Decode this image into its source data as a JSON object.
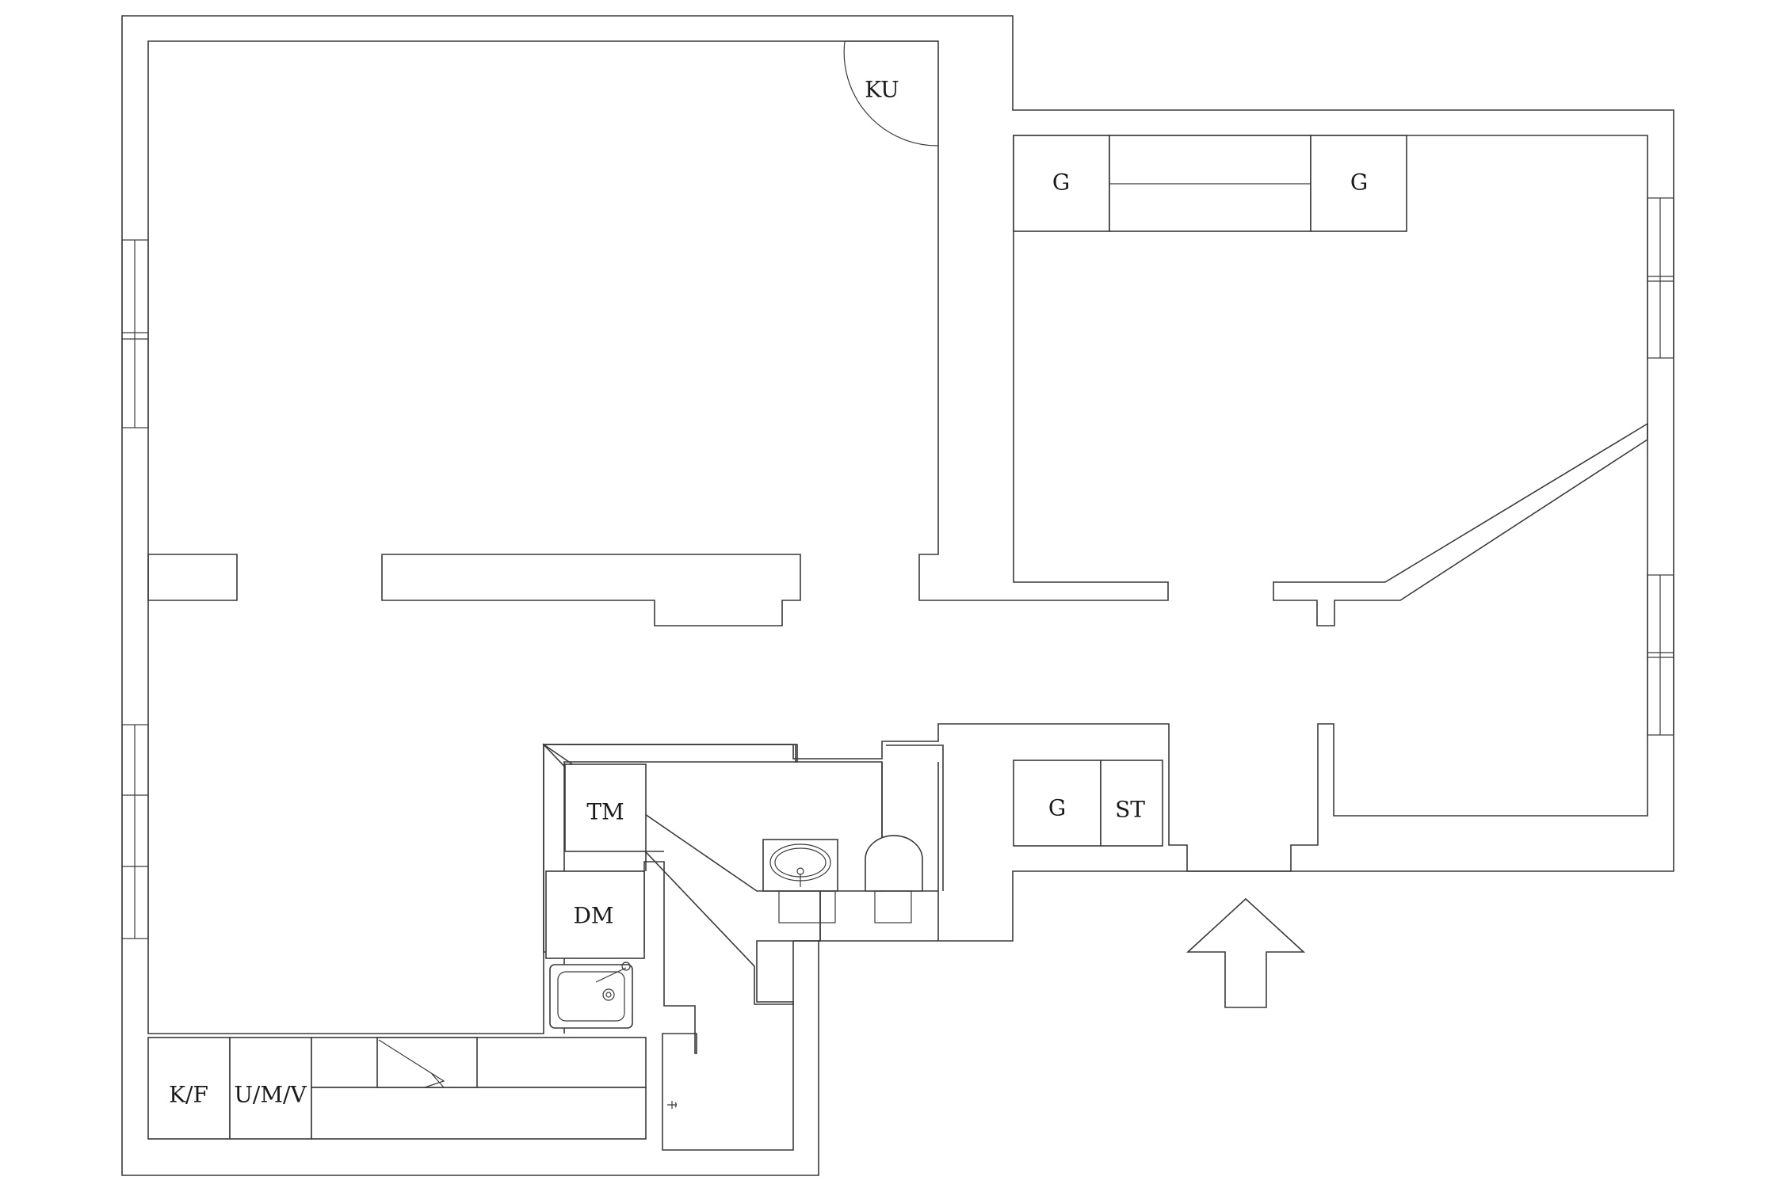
{
  "labels": {
    "corner_unit": "KU",
    "wardrobe_top_left": "G",
    "wardrobe_top_right": "G",
    "wardrobe_hall": "G",
    "storage": "ST",
    "washing_machine": "TM",
    "dishwasher": "DM",
    "fridge_freezer": "K/F",
    "oven_combo": "U/M/V"
  },
  "colors": {
    "line": "#3a3a3a",
    "background": "#ffffff",
    "text": "#1a1a1a"
  },
  "icons": {
    "entrance": "arrow-up-icon",
    "sink": "kitchen-sink-icon",
    "basin": "wash-basin-icon",
    "toilet": "toilet-icon",
    "tap": "tap-icon"
  }
}
